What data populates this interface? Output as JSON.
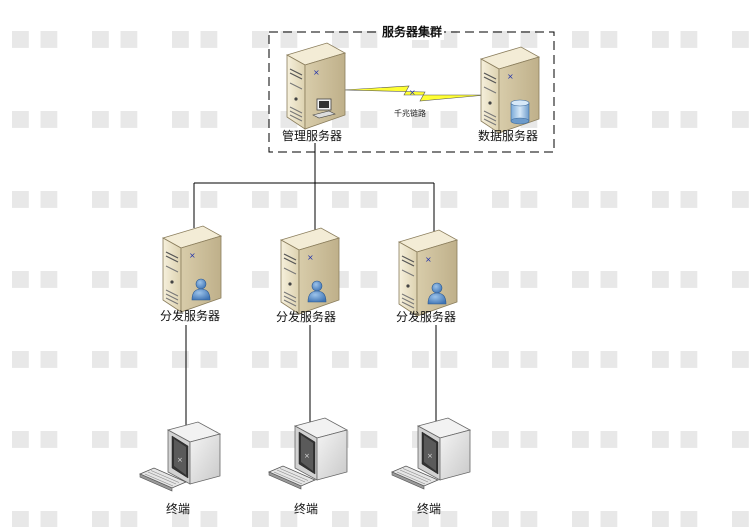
{
  "cluster": {
    "title": "服务器集群",
    "management_server": "管理服务器",
    "data_server": "数据服务器",
    "link_label": "千兆链路"
  },
  "distribution_servers": [
    {
      "label": "分发服务器"
    },
    {
      "label": "分发服务器"
    },
    {
      "label": "分发服务器"
    }
  ],
  "terminals": [
    {
      "label": "终端"
    },
    {
      "label": "终端"
    },
    {
      "label": "终端"
    }
  ],
  "colors": {
    "lightning": "#ffff33",
    "server_body": "#ece3c8",
    "line": "#000000"
  }
}
